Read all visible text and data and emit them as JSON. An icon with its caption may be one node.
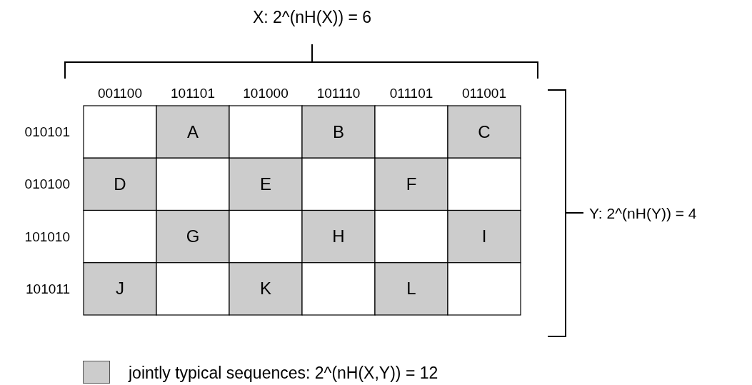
{
  "diagram": {
    "labels": [
      "X: 2^(nH(X)) = 6",
      "001100",
      "101101",
      "101000",
      "101110",
      "011101",
      "011001",
      "010101",
      "A",
      "B",
      "C",
      "010100",
      "D",
      "E",
      "F",
      "101010",
      "G",
      "H",
      "I",
      "101011",
      "J",
      "K",
      "L",
      "Y: 2^(nH(Y)) = 4"
    ],
    "legend": [
      {
        "text": "jointly typical sequences: 2^(nH(X,Y)) = 12",
        "color": "#cccccc"
      }
    ]
  }
}
